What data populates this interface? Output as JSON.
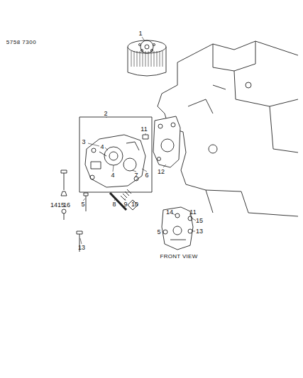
{
  "diagram": {
    "labels": [
      "5758 7300",
      "1",
      "2",
      "11",
      "3",
      "4",
      "12",
      "4",
      "7",
      "6",
      "14",
      "15",
      "16",
      "5",
      "8",
      "9",
      "10",
      "14",
      "11",
      "15",
      "5",
      "13",
      "13",
      "FRONT VIEW"
    ]
  }
}
